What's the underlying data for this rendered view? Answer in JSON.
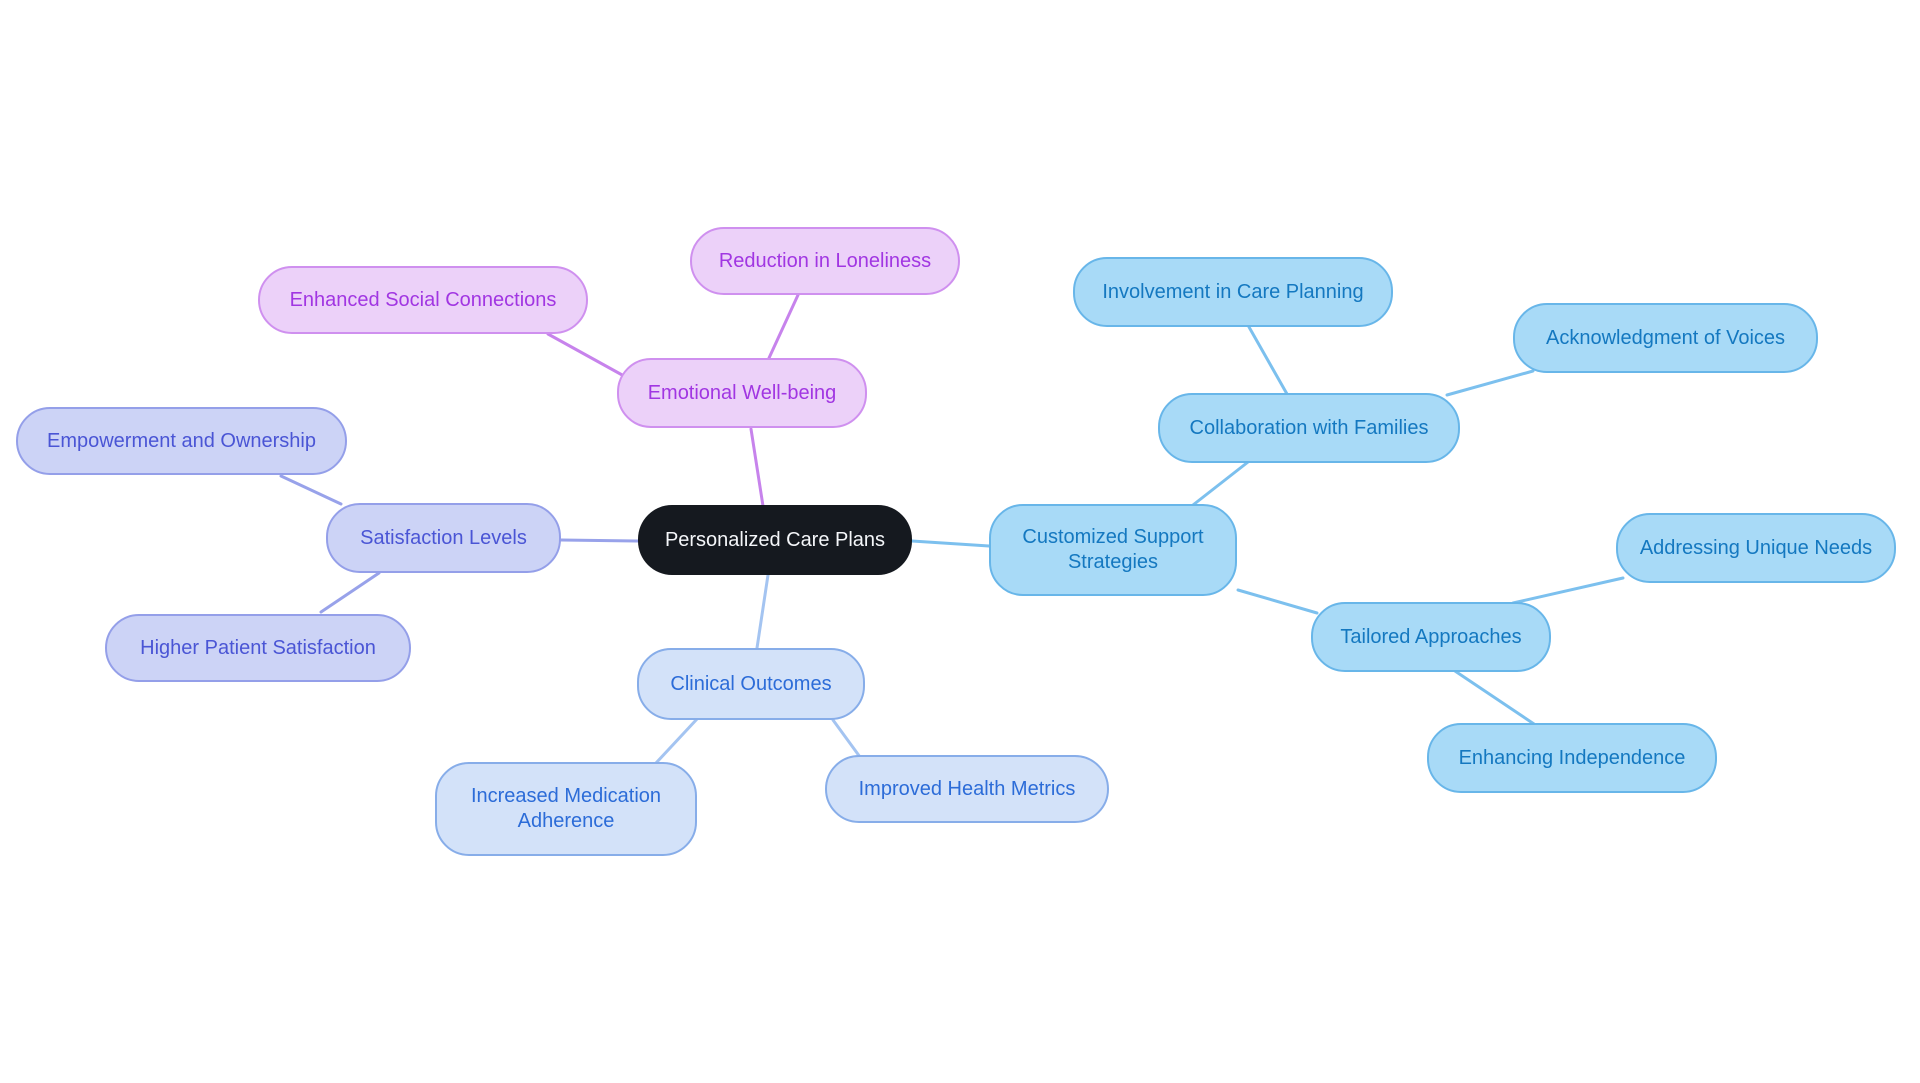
{
  "diagram": {
    "type": "mindmap",
    "root": "personalized_care_plans"
  },
  "palette": {
    "background": "#ffffff",
    "central-fill": "#15191f",
    "central-text": "#f4f6f9",
    "emotional-fill": "#ecd1f9",
    "emotional-border": "#cf90ef",
    "emotional-text": "#a136e2",
    "emotional-edge": "#c783ec",
    "satisfaction-fill": "#ccd3f6",
    "satisfaction-border": "#949fe9",
    "satisfaction-text": "#4a55d5",
    "satisfaction-edge": "#98a2ea",
    "customized-fill": "#a8daf7",
    "customized-border": "#68b6e9",
    "customized-text": "#1478c0",
    "customized-edge": "#7cc0ee",
    "clinical-fill": "#d3e2f9",
    "clinical-border": "#87ade9",
    "clinical-text": "#2c6cd8",
    "clinical-edge": "#a4c4f1"
  },
  "nodes": {
    "personalized_care_plans": {
      "label": "Personalized Care Plans",
      "parent": null,
      "branch": "central"
    },
    "emotional_well_being": {
      "label": "Emotional Well-being",
      "parent": "personalized_care_plans",
      "branch": "emotional"
    },
    "enhanced_social_connections": {
      "label": "Enhanced Social Connections",
      "parent": "emotional_well_being",
      "branch": "emotional"
    },
    "reduction_in_loneliness": {
      "label": "Reduction in Loneliness",
      "parent": "emotional_well_being",
      "branch": "emotional"
    },
    "satisfaction_levels": {
      "label": "Satisfaction Levels",
      "parent": "personalized_care_plans",
      "branch": "satisfaction"
    },
    "empowerment_and_ownership": {
      "label": "Empowerment and Ownership",
      "parent": "satisfaction_levels",
      "branch": "satisfaction"
    },
    "higher_patient_satisfaction": {
      "label": "Higher Patient Satisfaction",
      "parent": "satisfaction_levels",
      "branch": "satisfaction"
    },
    "customized_support_strategies": {
      "label": "Customized Support Strategies",
      "parent": "personalized_care_plans",
      "branch": "customized"
    },
    "collaboration_with_families": {
      "label": "Collaboration with Families",
      "parent": "customized_support_strategies",
      "branch": "customized"
    },
    "involvement_in_care_planning": {
      "label": "Involvement in Care Planning",
      "parent": "collaboration_with_families",
      "branch": "customized"
    },
    "acknowledgment_of_voices": {
      "label": "Acknowledgment of Voices",
      "parent": "collaboration_with_families",
      "branch": "customized"
    },
    "tailored_approaches": {
      "label": "Tailored Approaches",
      "parent": "customized_support_strategies",
      "branch": "customized"
    },
    "addressing_unique_needs": {
      "label": "Addressing Unique Needs",
      "parent": "tailored_approaches",
      "branch": "customized"
    },
    "enhancing_independence": {
      "label": "Enhancing Independence",
      "parent": "tailored_approaches",
      "branch": "customized"
    },
    "clinical_outcomes": {
      "label": "Clinical Outcomes",
      "parent": "personalized_care_plans",
      "branch": "clinical"
    },
    "increased_medication_adherence": {
      "label": "Increased Medication Adherence",
      "parent": "clinical_outcomes",
      "branch": "clinical"
    },
    "improved_health_metrics": {
      "label": "Improved Health Metrics",
      "parent": "clinical_outcomes",
      "branch": "clinical"
    }
  }
}
